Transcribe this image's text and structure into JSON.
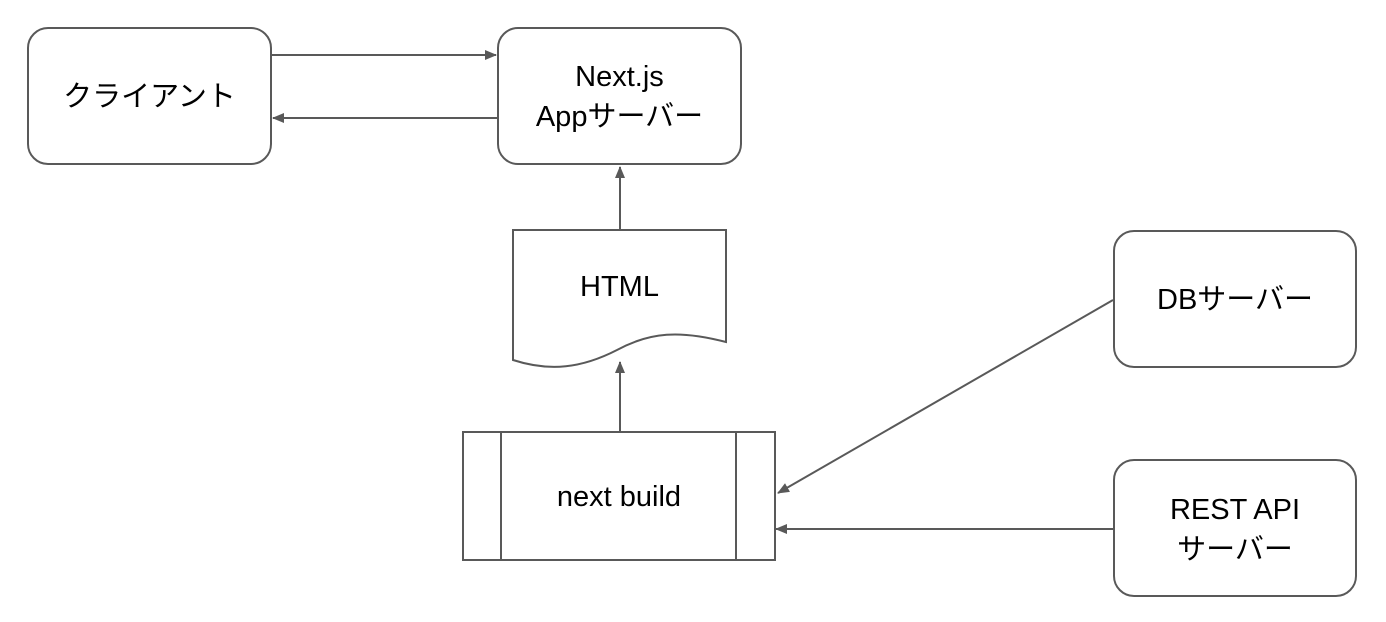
{
  "nodes": {
    "client": {
      "label": "クライアント"
    },
    "app_server": {
      "line1": "Next.js",
      "line2": "Appサーバー"
    },
    "html_doc": {
      "label": "HTML"
    },
    "next_build": {
      "label": "next build"
    },
    "db_server": {
      "label": "DBサーバー"
    },
    "rest_api_server": {
      "line1": "REST API",
      "line2": "サーバー"
    }
  },
  "colors": {
    "stroke": "#595959",
    "fill": "#ffffff",
    "text": "#000000"
  }
}
